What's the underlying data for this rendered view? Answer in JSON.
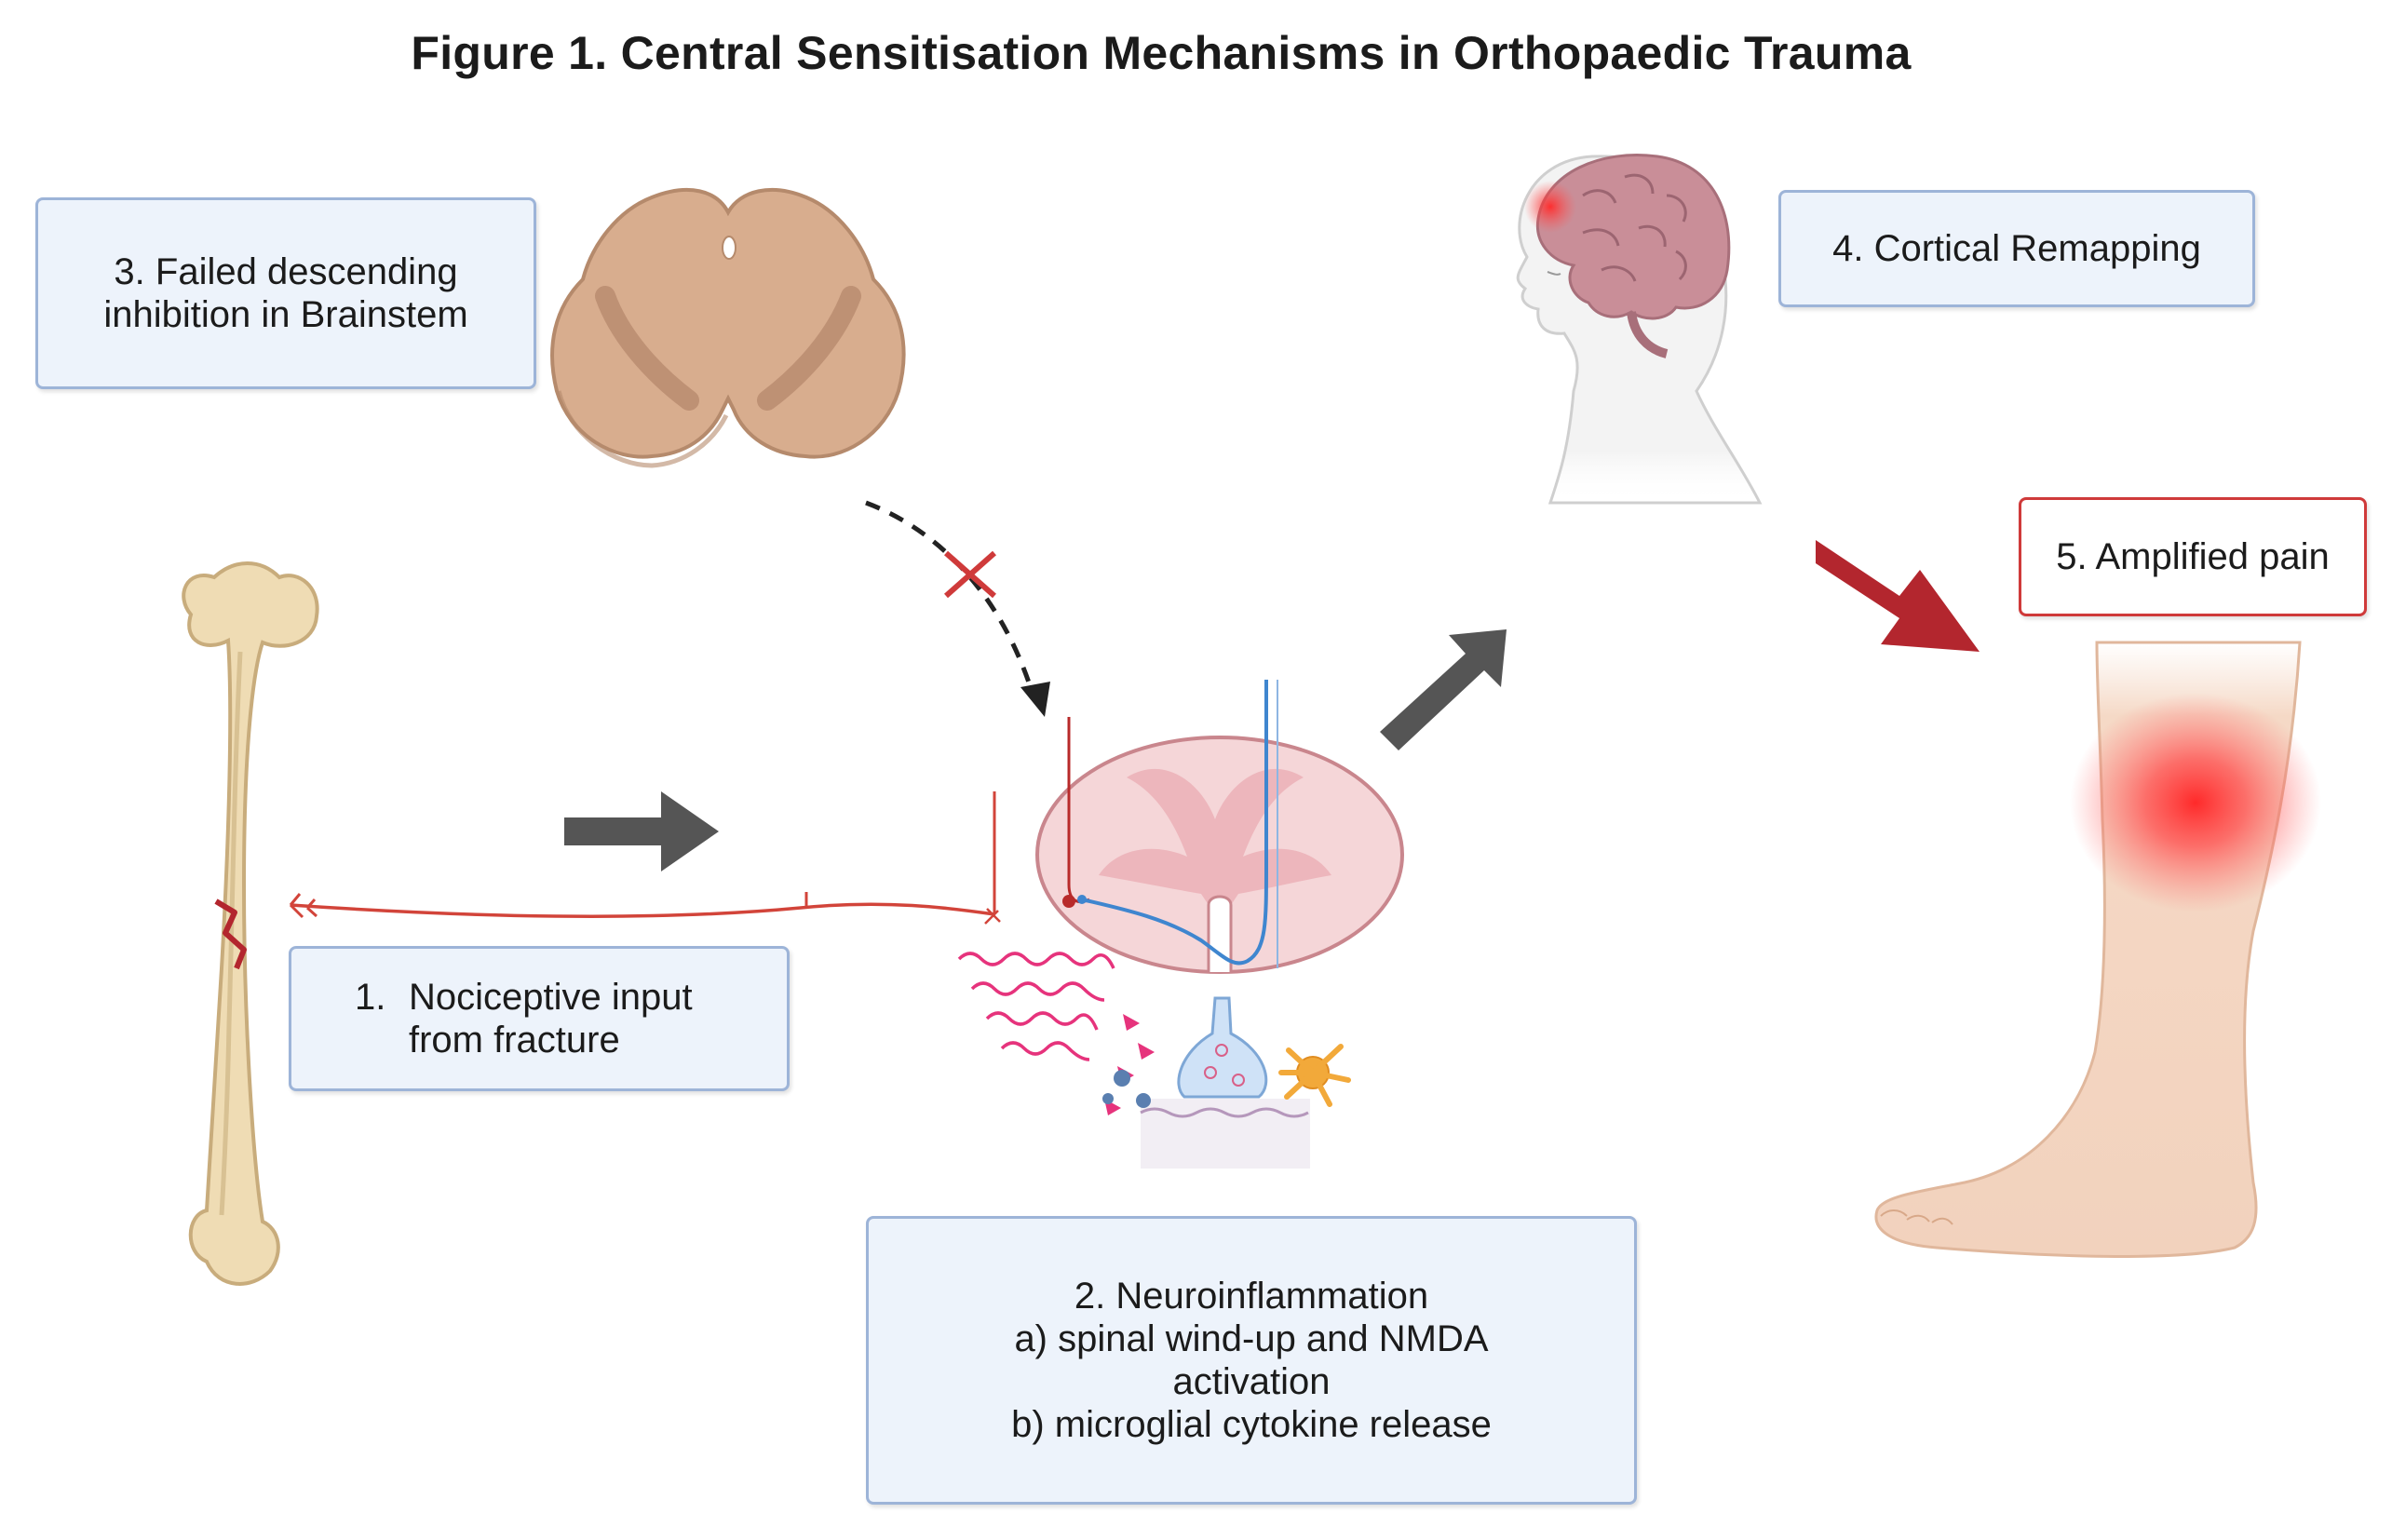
{
  "title": "Figure 1. Central Sensitisation Mechanisms in Orthopaedic Trauma",
  "boxes": {
    "nociceptive": {
      "number": "1.",
      "line1": "Nociceptive input",
      "line2": "from fracture"
    },
    "neuroinflammation": {
      "line1": "2. Neuroinflammation",
      "line2": "a) spinal wind-up and NMDA",
      "line3": "activation",
      "line4": "b) microglial cytokine release"
    },
    "descending": {
      "line1": "3. Failed descending",
      "line2": "inhibition in Brainstem"
    },
    "cortical": {
      "line1": "4. Cortical Remapping"
    },
    "pain": {
      "line1": "5. Amplified pain"
    }
  },
  "colors": {
    "box_fill": "#edf3fb",
    "box_border": "#9db4d8",
    "pain_border": "#cf3a3a",
    "arrow_gray": "#555555",
    "arrow_red": "#b3262e",
    "nerve_red": "#d2443a",
    "nerve_blue": "#3f86cf",
    "bone": "#efdcb4",
    "brainstem": "#d8ad8e",
    "brain": "#c98e98",
    "skin": "#f5dcc9"
  },
  "icons": [
    "femur-bone-icon",
    "brainstem-section-icon",
    "spinal-cord-section-icon",
    "brain-head-icon",
    "leg-foot-icon",
    "synapse-icon",
    "microglia-icon",
    "inhibition-cross-icon"
  ]
}
